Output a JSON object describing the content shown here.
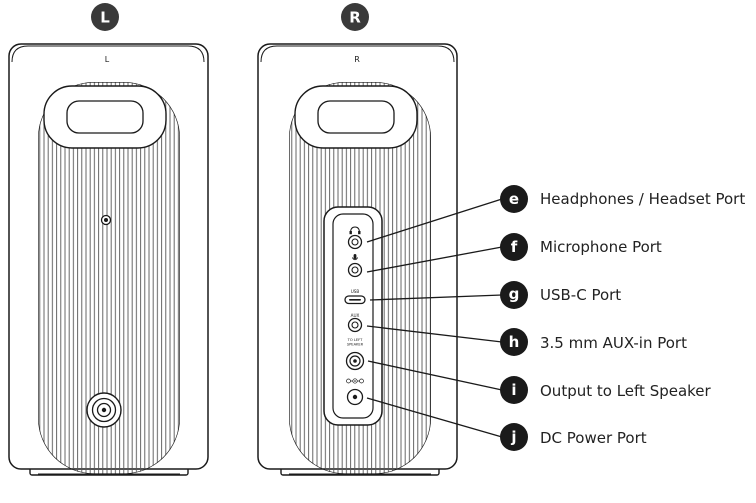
{
  "speakers": {
    "left": {
      "badge": "L",
      "panel_label": "L"
    },
    "right": {
      "badge": "R",
      "panel_label": "R"
    }
  },
  "panel_text": {
    "usb": "USB",
    "aux": "AUX",
    "to_left_line1": "TO LEFT",
    "to_left_line2": "SPEAKER"
  },
  "callouts": [
    {
      "letter": "e",
      "label": "Headphones / Headset Port"
    },
    {
      "letter": "f",
      "label": "Microphone Port"
    },
    {
      "letter": "g",
      "label": "USB-C Port"
    },
    {
      "letter": "h",
      "label": "3.5 mm AUX-in Port"
    },
    {
      "letter": "i",
      "label": "Output to Left Speaker"
    },
    {
      "letter": "j",
      "label": "DC Power Port"
    }
  ],
  "colors": {
    "ink": "#1a1a1a",
    "badge": "#3a3a3a",
    "body": "#ffffff"
  }
}
